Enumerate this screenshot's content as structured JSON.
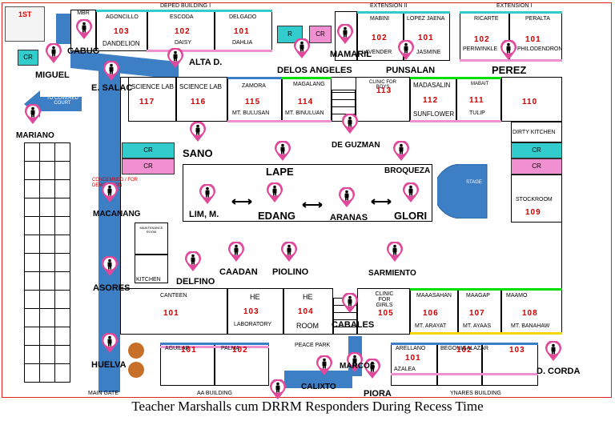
{
  "floor": "1ST",
  "caption": "Teacher Marshalls cum DRRM Responders During Recess Time",
  "colors": {
    "blue": "#3c7fc4",
    "pink": "#f090d0",
    "cyan": "#3cc",
    "green": "#00dd00",
    "pin": "#e0489c"
  },
  "labels": {
    "depedbldg": "DEPED BUILDING I",
    "ext2": "EXTENSION II",
    "ext1": "EXTENSION I",
    "covered_court": "TO COVERED COURT",
    "condemned": "CONDEMNED / FOR DEMOLITION",
    "stage": "STAGE",
    "kitchen": "KITCHEN",
    "maint": "MAINTENANCE ROOM",
    "peace_park": "PEACE PARK",
    "main_gate": "MAIN GATE",
    "aa_building": "AA BUILDING",
    "ynares": "YNARES BUILDING",
    "cr": "CR",
    "r": "R",
    "mbr": "MBR",
    "dirty_kitchen": "DIRTY KITCHEN",
    "stockroom": "STOCKROOM",
    "canteen": "CANTEEN",
    "clinic_boys": "CLINIC FOR BOYS",
    "clinic_girls": "CLINIC FOR GIRLS"
  },
  "rooms": {
    "r103": {
      "num": "103",
      "top": "AGONCILLO",
      "bottom": "DANDELION"
    },
    "r102a": {
      "num": "102",
      "top": "ESCODA",
      "bottom": "DAISY"
    },
    "r101a": {
      "num": "101",
      "top": "DELGADO",
      "bottom": "DAHLIA"
    },
    "r102b": {
      "num": "102",
      "top": "MABINI",
      "bottom": "LAVENDER"
    },
    "r101b": {
      "num": "101",
      "top": "LOPEZ JAENA",
      "bottom": "JASMINE"
    },
    "r102c": {
      "num": "102",
      "top": "RICARTE",
      "bottom": "PERIWINKLE"
    },
    "r101c": {
      "num": "101",
      "top": "PERALTA",
      "bottom": "PHILODENDRON"
    },
    "r117": {
      "num": "117",
      "top": "SCIENCE LAB",
      "bottom": ""
    },
    "r116": {
      "num": "116",
      "top": "SCIENCE LAB",
      "bottom": ""
    },
    "r115": {
      "num": "115",
      "top": "ZAMORA",
      "bottom": "MT. BULUSAN"
    },
    "r114": {
      "num": "114",
      "top": "MAGALANG",
      "bottom": "MT. BINULUAN"
    },
    "r113": {
      "num": "113",
      "top": "",
      "bottom": ""
    },
    "r112": {
      "num": "112",
      "top": "MADASALIN",
      "bottom": "SUNFLOWER"
    },
    "r111": {
      "num": "111",
      "top": "MABAIT",
      "bottom": "TULIP"
    },
    "r110": {
      "num": "110",
      "top": "",
      "bottom": ""
    },
    "r109": {
      "num": "109",
      "top": "",
      "bottom": ""
    },
    "r101d": {
      "num": "101",
      "top": "",
      "bottom": ""
    },
    "r103he": {
      "num": "103",
      "top": "HE",
      "bottom": "LABORATORY"
    },
    "r104he": {
      "num": "104",
      "top": "HE",
      "bottom": "ROOM"
    },
    "r105": {
      "num": "105",
      "top": "",
      "bottom": ""
    },
    "r106": {
      "num": "106",
      "top": "MAAASAHAN",
      "bottom": "MT. ARAYAT"
    },
    "r107": {
      "num": "107",
      "top": "MAAGAP",
      "bottom": "MT. AYAAS"
    },
    "r108": {
      "num": "108",
      "top": "MAAMO",
      "bottom": "MT. BANAHAW"
    },
    "rAguilar": {
      "num": "101",
      "top": "AGUILAR",
      "bottom": ""
    },
    "rPalma": {
      "num": "102",
      "top": "PALMA",
      "bottom": ""
    },
    "rArellano": {
      "num": "101",
      "top": "ARELLANO",
      "bottom": "AZALEA"
    },
    "rBeg": {
      "num": "102",
      "top": "BEGONIA",
      "bottom": ""
    },
    "rSal": {
      "num": "103",
      "top": "SALAZAR",
      "bottom": ""
    }
  },
  "marshals": [
    "CABUG",
    "ALTA D.",
    "MIGUEL",
    "E. SALAC",
    "MARIANO",
    "DELOS ANGELES",
    "MAMARIL",
    "PUNSALAN",
    "PEREZ",
    "SANO",
    "DE GUZMAN",
    "LAPE",
    "BROQUEZA",
    "LIM, M.",
    "EDANG",
    "ARANAS",
    "GLORI",
    "MACANANG",
    "DELFINO",
    "CAADAN",
    "PIOLINO",
    "SARMIENTO",
    "ASORES",
    "CABALES",
    "HUELVA",
    "PIORA",
    "D. CORDA",
    "MARCOS",
    "CALIXTO"
  ]
}
